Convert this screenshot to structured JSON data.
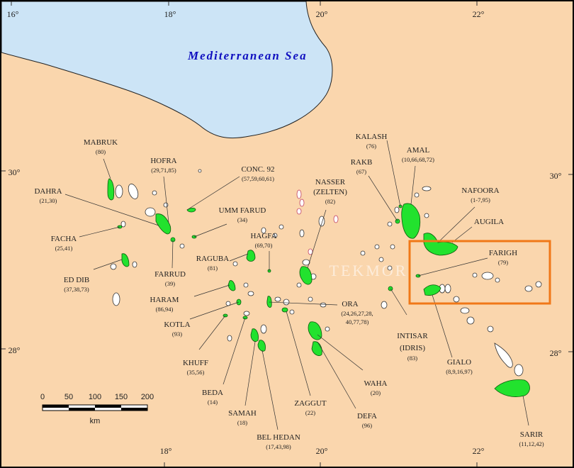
{
  "sea_label": "Mediterranean Sea",
  "watermark": "TEKMOR",
  "graticule": {
    "top": [
      "16°",
      "18°",
      "20°",
      "22°"
    ],
    "bottom": [
      "18°",
      "20°",
      "22°"
    ],
    "left": [
      "30°",
      "28°"
    ],
    "right": [
      "30°",
      "28°"
    ]
  },
  "scale_bar": {
    "ticks": [
      "0",
      "50",
      "100",
      "150",
      "200"
    ],
    "unit": "km"
  },
  "fields": [
    {
      "name": "MABRUK",
      "ids": "(80)"
    },
    {
      "name": "HOFRA",
      "ids": "(29,71,85)"
    },
    {
      "name": "CONC. 92",
      "ids": "(57,59,60,61)"
    },
    {
      "name": "DAHRA",
      "ids": "(21,30)"
    },
    {
      "name": "UMM FARUD",
      "ids": "(34)"
    },
    {
      "name": "FACHA",
      "ids": "(25,41)"
    },
    {
      "name": "HAGFA",
      "ids": "(69,70)"
    },
    {
      "name": "RAGUBA",
      "ids": "(81)"
    },
    {
      "name": "FARRUD",
      "ids": "(39)"
    },
    {
      "name": "ED DIB",
      "ids": "(37,38,73)"
    },
    {
      "name": "HARAM",
      "ids": "(86,94)"
    },
    {
      "name": "KOTLA",
      "ids": "(93)"
    },
    {
      "name": "KHUFF",
      "ids": "(35,56)"
    },
    {
      "name": "BEDA",
      "ids": "(14)"
    },
    {
      "name": "SAMAH",
      "ids": "(18)"
    },
    {
      "name": "BEL HEDAN",
      "ids": "(17,43,98)"
    },
    {
      "name": "ZAGGUT",
      "ids": "(22)"
    },
    {
      "name": "DEFA",
      "ids": "(96)"
    },
    {
      "name": "WAHA",
      "ids": "(20)"
    },
    {
      "name": "ORA",
      "ids": "(24,26,27,28,",
      "ids2": "40,77,78)"
    },
    {
      "name": "NASSER",
      "name2": "(ZELTEN)",
      "ids": "(82)"
    },
    {
      "name": "KALASH",
      "ids": "(76)"
    },
    {
      "name": "AMAL",
      "ids": "(10,66,68,72)"
    },
    {
      "name": "RAKB",
      "ids": "(67)"
    },
    {
      "name": "NAFOORA",
      "ids": "(1-7,95)"
    },
    {
      "name": "AUGILA",
      "ids": ""
    },
    {
      "name": "FARIGH",
      "ids": "(79)"
    },
    {
      "name": "INTISAR",
      "name2": "(IDRIS)",
      "ids": "(83)"
    },
    {
      "name": "GIALO",
      "ids": "(8,9,16,97)"
    },
    {
      "name": "SARIR",
      "ids": "(11,12,42)"
    }
  ],
  "highlight": {
    "color": "#f07818",
    "label": "FARIGH"
  },
  "colors": {
    "land": "#fad6ad",
    "sea": "#cce4f6",
    "oil_field": "#22e22e",
    "gas_field": "#ffffff"
  }
}
